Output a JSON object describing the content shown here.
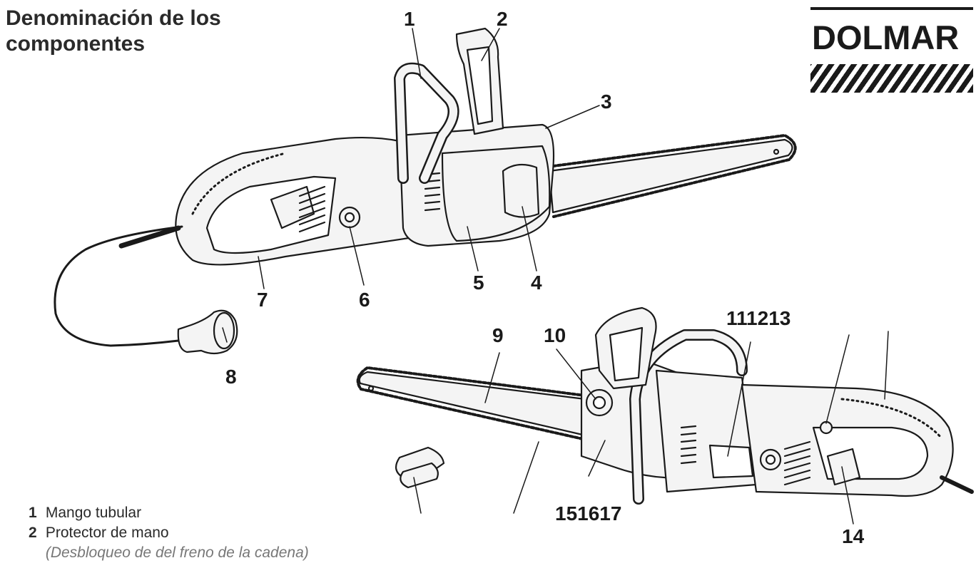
{
  "heading": {
    "line1": "Denominación de los",
    "line2": "componentes"
  },
  "brand": {
    "name": "DOLMAR"
  },
  "callouts": [
    "1",
    "2",
    "3",
    "4",
    "5",
    "6",
    "7",
    "8",
    "9",
    "10",
    "111213",
    "14",
    "151617"
  ],
  "legend": [
    {
      "number": "1",
      "label": "Mango tubular"
    },
    {
      "number": "2",
      "label": "Protector de mano"
    },
    {
      "number": "",
      "label": "(Desbloqueo de del freno de la cadena)"
    }
  ],
  "colors": {
    "ink": "#1a1a1a",
    "fill": "#f2f2f2"
  }
}
